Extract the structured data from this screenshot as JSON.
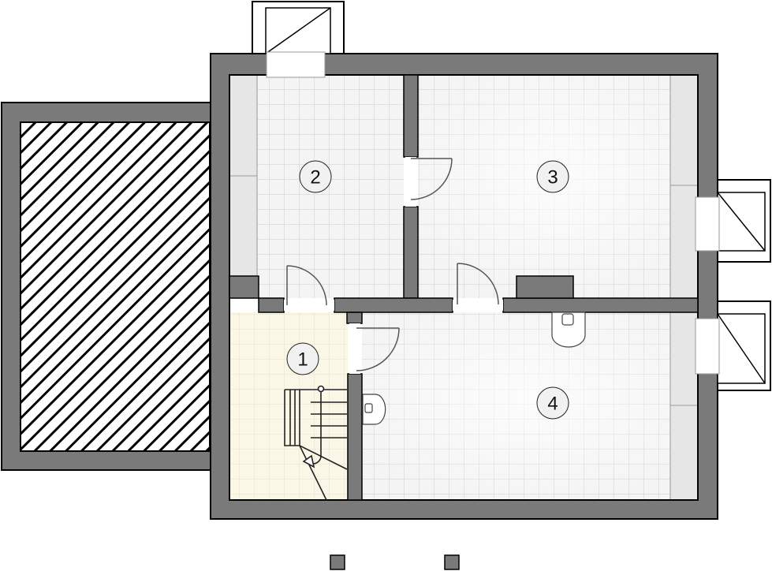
{
  "colors": {
    "wall": "#7a7a7a",
    "wall_stroke": "#000000",
    "room_floor": "#f4f4f4",
    "grid_line": "#c9ccd2",
    "hall_floor": "#faf7e6",
    "hall_grid": "#e5e2cc",
    "hatch": "#000000",
    "fixture": "#e6e6e6",
    "marker_fill": "#f1f1f1"
  },
  "rooms": [
    {
      "number": "1",
      "name": "hall-stair"
    },
    {
      "number": "2",
      "name": "room"
    },
    {
      "number": "3",
      "name": "room"
    },
    {
      "number": "4",
      "name": "room"
    }
  ]
}
